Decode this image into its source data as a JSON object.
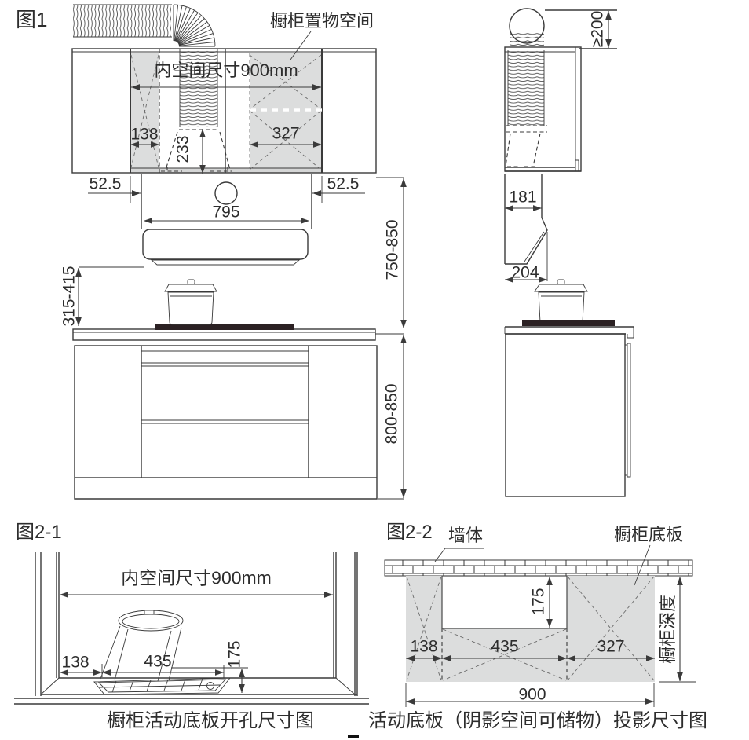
{
  "figure1": {
    "label": "图1",
    "front": {
      "storage_space_label": "橱柜置物空间",
      "inner_width": "内空间尺寸900mm",
      "dim_left_offset": "138",
      "dim_duct_drop": "233",
      "dim_right_zone": "327",
      "dim_gap_left": "52.5",
      "dim_gap_right": "52.5",
      "dim_hood_width": "795",
      "dim_cabinet_to_counter": "750-850",
      "dim_hood_bottom_to_counter": "315-415",
      "dim_counter_height": "800-850"
    },
    "side": {
      "dim_top_clearance": "≥200",
      "dim_hood_top_depth": "181",
      "dim_hood_bottom_depth": "204"
    }
  },
  "figure2_1": {
    "label": "图2-1",
    "inner_width": "内空间尺寸900mm",
    "dim_left_offset": "138",
    "dim_opening_width": "435",
    "dim_opening_depth": "175",
    "caption": "橱柜活动底板开孔尺寸图"
  },
  "figure2_2": {
    "label": "图2-2",
    "wall_label": "墙体",
    "board_label": "橱柜底板",
    "depth_label": "橱柜深度",
    "dim_opening_depth": "175",
    "dim_left_offset": "138",
    "dim_opening_width": "435",
    "dim_right_zone": "327",
    "dim_total_width": "900",
    "caption": "活动底板（阴影空间可储物）投影尺寸图"
  },
  "colors": {
    "line": "#3a3a3a",
    "shade": "#dcdddd",
    "cooktop": "#2b2123"
  }
}
